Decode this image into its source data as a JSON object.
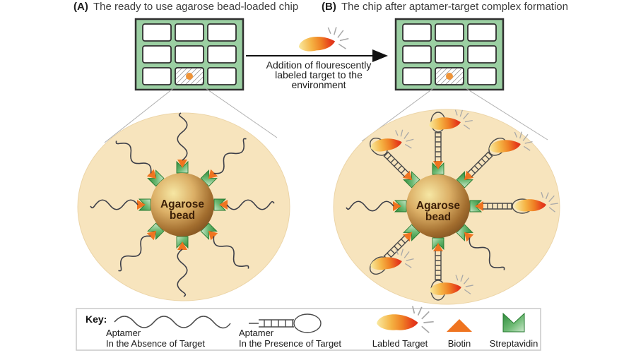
{
  "figure": {
    "panel_a": {
      "prefix": "(A)",
      "title": "The ready to use agarose bead-loaded chip"
    },
    "panel_b": {
      "prefix": "(B)",
      "title": "The chip after aptamer-target complex formation"
    },
    "arrow_caption": [
      "Addition of flourescently",
      "labeled target to the",
      "environment"
    ],
    "bead_label_line1": "Agarose",
    "bead_label_line2": "bead"
  },
  "key": {
    "title": "Key:",
    "items": [
      {
        "icon": "wavy-aptamer-icon",
        "label_line1": "Aptamer",
        "label_line2": "In the Absence of Target"
      },
      {
        "icon": "stem-loop-aptamer-icon",
        "label_line1": "Aptamer",
        "label_line2": "In the Presence of Target"
      },
      {
        "icon": "fluorescent-target-icon",
        "label": "Labled Target"
      },
      {
        "icon": "biotin-icon",
        "label": "Biotin"
      },
      {
        "icon": "streptavidin-icon",
        "label": "Streptavidin"
      }
    ]
  },
  "colors": {
    "chip_green": "#9bcfa2",
    "well_white": "#ffffff",
    "outline_dark": "#2f2f2f",
    "ellipse_cream": "#f7e4bd",
    "bead_highlight": "#f5e49c",
    "bead_dark": "#7a4b1d",
    "streptavidin_green": "#3f9e4d",
    "biotin_orange": "#ef7420",
    "target_yellow": "#f8e39a",
    "target_red": "#e23b1c",
    "aptamer_line": "#3c3e48",
    "zoom_line_grey": "#b0b0b0",
    "key_border": "#c8c8c8"
  }
}
